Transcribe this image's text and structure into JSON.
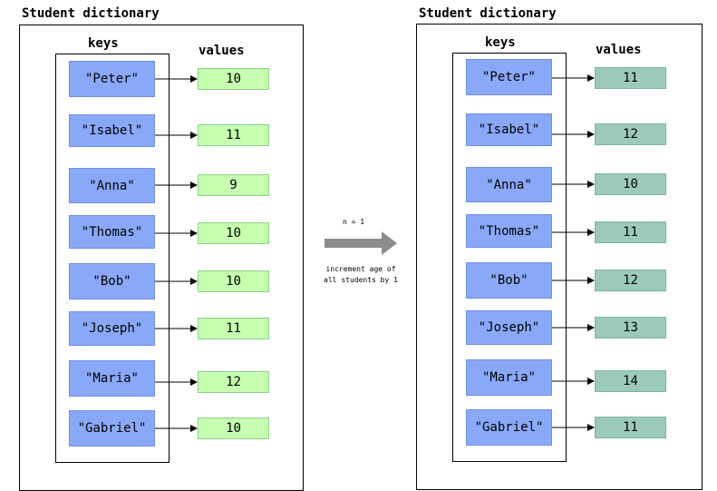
{
  "left": {
    "title": "Student dictionary",
    "keys_header": "keys",
    "values_header": "values",
    "entries": [
      {
        "key": "\"Peter\"",
        "value": "10"
      },
      {
        "key": "\"Isabel\"",
        "value": "11"
      },
      {
        "key": "\"Anna\"",
        "value": "9"
      },
      {
        "key": "\"Thomas\"",
        "value": "10"
      },
      {
        "key": "\"Bob\"",
        "value": "10"
      },
      {
        "key": "\"Joseph\"",
        "value": "11"
      },
      {
        "key": "\"Maria\"",
        "value": "12"
      },
      {
        "key": "\"Gabriel\"",
        "value": "10"
      }
    ]
  },
  "right": {
    "title": "Student dictionary",
    "keys_header": "keys",
    "values_header": "values",
    "entries": [
      {
        "key": "\"Peter\"",
        "value": "11"
      },
      {
        "key": "\"Isabel\"",
        "value": "12"
      },
      {
        "key": "\"Anna\"",
        "value": "10"
      },
      {
        "key": "\"Thomas\"",
        "value": "11"
      },
      {
        "key": "\"Bob\"",
        "value": "12"
      },
      {
        "key": "\"Joseph\"",
        "value": "13"
      },
      {
        "key": "\"Maria\"",
        "value": "14"
      },
      {
        "key": "\"Gabriel\"",
        "value": "11"
      }
    ]
  },
  "transform": {
    "param": "n = 1",
    "description_line1": "increment age of",
    "description_line2": "all students by 1"
  },
  "colors": {
    "key_fill": "#8aa8f8",
    "value_before_fill": "#c6ffb0",
    "value_after_fill": "#9ccab9",
    "arrow": "#8c8c8c"
  }
}
